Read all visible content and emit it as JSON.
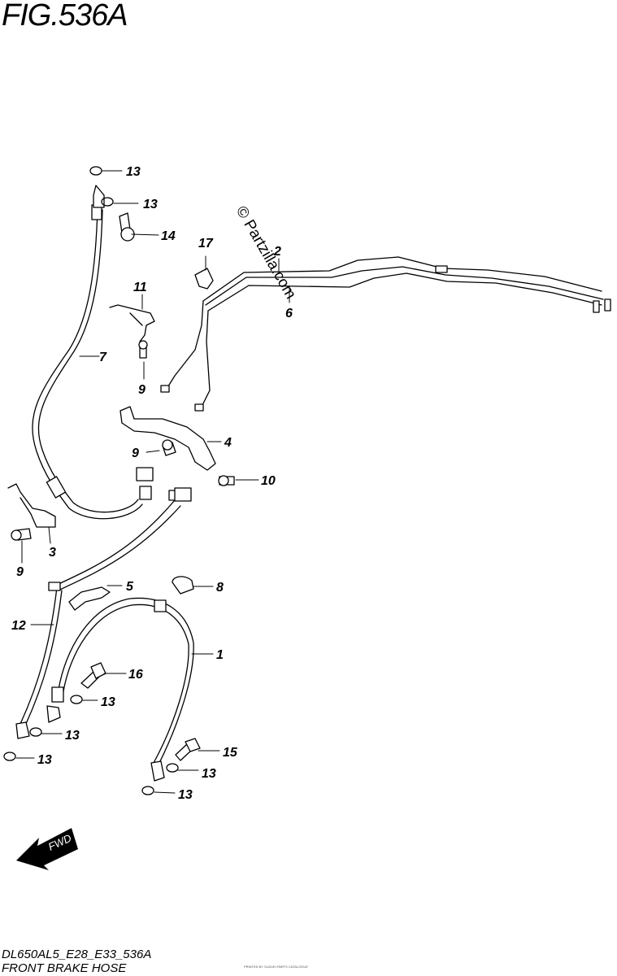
{
  "figure": {
    "title": "FIG.536A",
    "model_code": "DL650AL5_E28_E33_536A",
    "name": "FRONT BRAKE HOSE",
    "watermark": "© Partzilla.com",
    "fineprint": "PRINTED BY SUZUKI PARTS CATALOGUE"
  },
  "direction_arrow": {
    "label": "FWD"
  },
  "callouts": [
    {
      "id": "c-13a",
      "label": "13"
    },
    {
      "id": "c-13b",
      "label": "13"
    },
    {
      "id": "c-14",
      "label": "14"
    },
    {
      "id": "c-17",
      "label": "17"
    },
    {
      "id": "c-2",
      "label": "2"
    },
    {
      "id": "c-6",
      "label": "6"
    },
    {
      "id": "c-11",
      "label": "11"
    },
    {
      "id": "c-7",
      "label": "7"
    },
    {
      "id": "c-9a",
      "label": "9"
    },
    {
      "id": "c-4",
      "label": "4"
    },
    {
      "id": "c-9b",
      "label": "9"
    },
    {
      "id": "c-10",
      "label": "10"
    },
    {
      "id": "c-9c",
      "label": "9"
    },
    {
      "id": "c-3",
      "label": "3"
    },
    {
      "id": "c-5",
      "label": "5"
    },
    {
      "id": "c-8",
      "label": "8"
    },
    {
      "id": "c-12",
      "label": "12"
    },
    {
      "id": "c-1",
      "label": "1"
    },
    {
      "id": "c-16",
      "label": "16"
    },
    {
      "id": "c-13c",
      "label": "13"
    },
    {
      "id": "c-13d",
      "label": "13"
    },
    {
      "id": "c-13e",
      "label": "13"
    },
    {
      "id": "c-15",
      "label": "15"
    },
    {
      "id": "c-13f",
      "label": "13"
    },
    {
      "id": "c-13g",
      "label": "13"
    }
  ]
}
